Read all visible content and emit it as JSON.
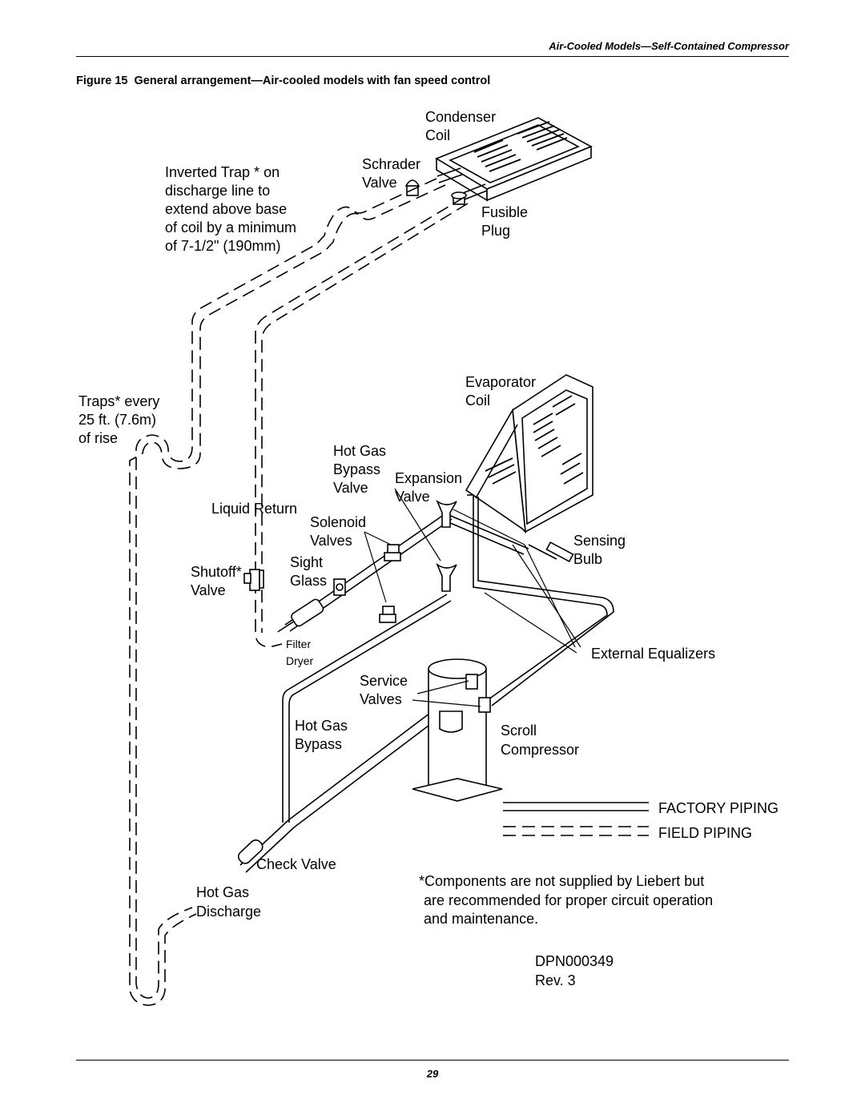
{
  "header": {
    "running_title": "Air-Cooled Models—Self-Contained Compressor"
  },
  "figure": {
    "number": "Figure 15",
    "title": "General arrangement—Air-cooled models with fan speed control"
  },
  "labels": {
    "condenser_coil": [
      "Condenser",
      "Coil"
    ],
    "schrader_valve": [
      "Schrader",
      "Valve"
    ],
    "fusible_plug": [
      "Fusible",
      "Plug"
    ],
    "inverted_trap": [
      "Inverted Trap * on",
      "discharge line to",
      "extend above base",
      "of coil by a minimum",
      "of 7-1/2\" (190mm)"
    ],
    "traps": [
      "Traps* every",
      "25 ft. (7.6m)",
      "of rise"
    ],
    "evaporator_coil": [
      "Evaporator",
      "Coil"
    ],
    "hot_gas_bypass_valve": [
      "Hot Gas",
      "Bypass",
      "Valve"
    ],
    "expansion_valve": [
      "Expansion",
      "Valve"
    ],
    "liquid_return": "Liquid Return",
    "solenoid_valves": [
      "Solenoid",
      "Valves"
    ],
    "sight_glass": [
      "Sight",
      "Glass"
    ],
    "shutoff_valve": [
      "Shutoff*",
      "Valve"
    ],
    "sensing_bulb": [
      "Sensing",
      "Bulb"
    ],
    "filter_dryer": [
      "Filter",
      "Dryer"
    ],
    "external_equalizers": "External Equalizers",
    "service_valves": [
      "Service",
      "Valves"
    ],
    "hot_gas_bypass": [
      "Hot Gas",
      "Bypass"
    ],
    "scroll_compressor": [
      "Scroll",
      "Compressor"
    ],
    "check_valve": "Check Valve",
    "hot_gas_discharge": [
      "Hot Gas",
      "Discharge"
    ]
  },
  "legend": {
    "factory_piping": "FACTORY PIPING",
    "field_piping": "FIELD PIPING"
  },
  "note": [
    "*Components are not supplied by Liebert but",
    "are recommended for proper circuit operation",
    "and maintenance."
  ],
  "doc": {
    "number": "DPN000349",
    "revision": "Rev. 3"
  },
  "page_number": "29"
}
